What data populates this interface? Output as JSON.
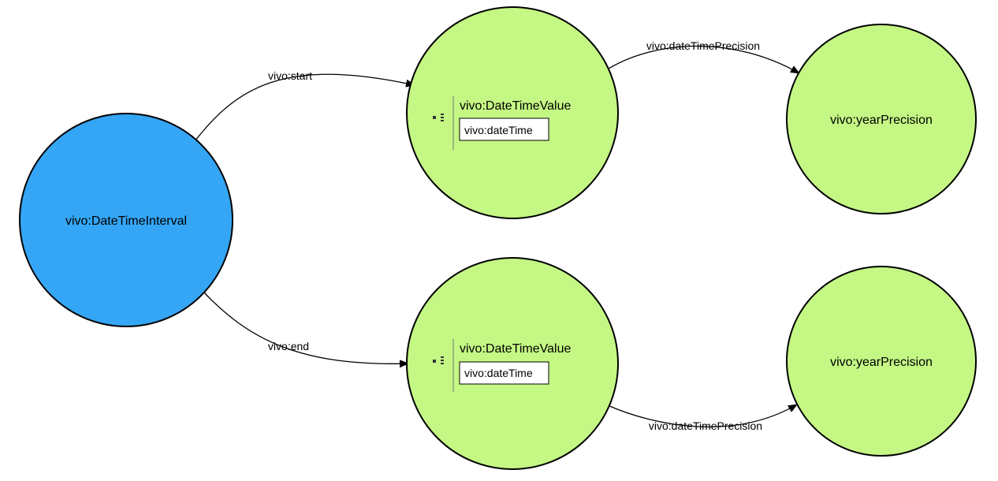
{
  "colors": {
    "interval_fill": "#35A6F5",
    "value_fill": "#C4F784",
    "stroke": "#000000"
  },
  "nodes": {
    "interval": {
      "label": "vivo:DateTimeInterval"
    },
    "start_value": {
      "label": "vivo:DateTimeValue",
      "attribute": "vivo:dateTime"
    },
    "start_precision": {
      "label": "vivo:yearPrecision"
    },
    "end_value": {
      "label": "vivo:DateTimeValue",
      "attribute": "vivo:dateTime"
    },
    "end_precision": {
      "label": "vivo:yearPrecision"
    }
  },
  "edges": {
    "start": {
      "label": "vivo:start"
    },
    "end": {
      "label": "vivo:end"
    },
    "start_precision": {
      "label": "vivo:dateTimePrecision"
    },
    "end_precision": {
      "label": "vivo:dateTimePrecision"
    }
  }
}
